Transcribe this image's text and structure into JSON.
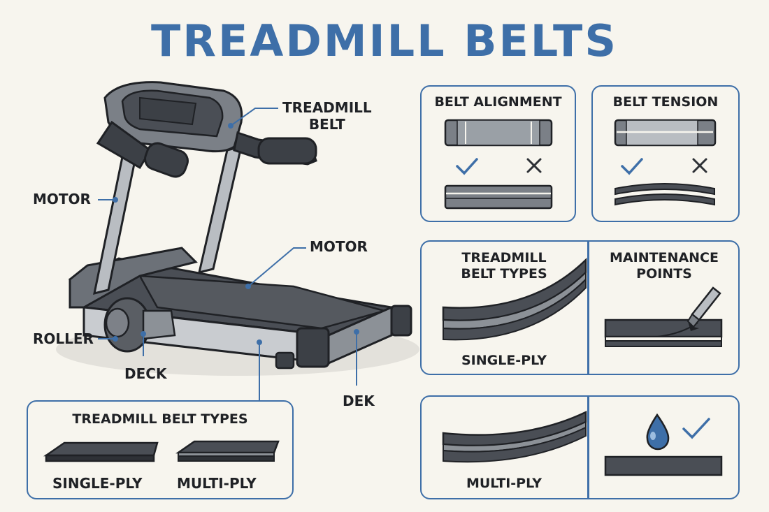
{
  "title": "TREADMILL BELTS",
  "labels": {
    "treadmill_belt_line1": "TREADMILL",
    "treadmill_belt_line2": "BELT",
    "motor_left": "MOTOR",
    "motor_right": "MOTOR",
    "roller": "ROLLER",
    "deck": "DECK",
    "dek": "DEK"
  },
  "belt_types_box": {
    "title": "TREADMILL BELT TYPES",
    "single": "SINGLE-PLY",
    "multi": "MULTI-PLY"
  },
  "alignment_box": {
    "title": "BELT ALIGNMENT"
  },
  "tension_box": {
    "title": "BELT TENSION"
  },
  "types_panel": {
    "title_line1": "TREADMILL",
    "title_line2": "BELT TYPES",
    "caption": "SINGLE-PLY"
  },
  "maintenance_panel": {
    "title_line1": "MAINTENANCE",
    "title_line2": "POINTS"
  },
  "multi_panel": {
    "caption": "MULTI-PLY"
  },
  "colors": {
    "accent": "#3e6fa8",
    "dark": "#3c4046",
    "frame": "#9aa0a6",
    "background": "#f7f5ee"
  }
}
